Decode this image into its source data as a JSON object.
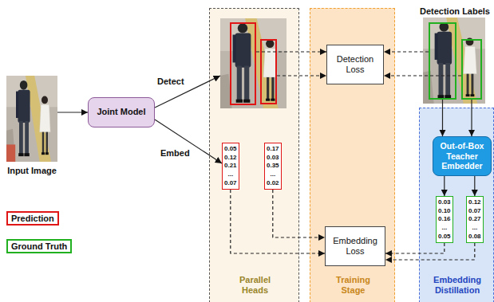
{
  "diagram": {
    "nodes": [
      {
        "text": [
          "Input Image"
        ]
      },
      {
        "text": [
          "Joint Model"
        ]
      },
      {
        "text": [
          "Parallel Heads"
        ]
      },
      {
        "text": [],
        "in": 2
      },
      {
        "text": [],
        "in": 3
      },
      {
        "text": [],
        "in": 3
      },
      {
        "text": [
          "0.05 0.12 0.21 ... 0.07"
        ],
        "in": 2
      },
      {
        "text": [
          "0.17 0.03 0.35 ... 0.02"
        ],
        "in": 2
      },
      {
        "text": [
          "Training Stage"
        ]
      },
      {
        "text": [
          "Detection Loss"
        ],
        "in": 8
      },
      {
        "text": [
          "Embedding Loss"
        ],
        "in": 8
      },
      {
        "text": [
          "Detection Labels"
        ]
      },
      {
        "text": [],
        "in": 11
      },
      {
        "text": [],
        "in": 11
      },
      {
        "text": [
          "Embedding Distillation"
        ]
      },
      {
        "text": [
          "Out-of-Box Teacher Embedder"
        ],
        "in": 14
      },
      {
        "text": [
          "0.03 0.10 0.16 ... 0.05"
        ],
        "in": 14
      },
      {
        "text": [
          "0.12 0.07 0.27 ... 0.08"
        ],
        "in": 14
      }
    ],
    "edges": [
      {
        "from": 0,
        "to": 1,
        "arrow": "to"
      },
      {
        "from": 1,
        "to": 3,
        "label": "Detect",
        "arrow": "to"
      },
      {
        "from": 1,
        "to": 6,
        "label": "Embed",
        "arrow": "to"
      },
      {
        "from": 4,
        "to": 9,
        "arrow": "to"
      },
      {
        "from": 5,
        "to": 9,
        "arrow": "to"
      },
      {
        "from": 12,
        "to": 9,
        "arrow": "to"
      },
      {
        "from": 13,
        "to": 9,
        "arrow": "to"
      },
      {
        "from": 12,
        "to": 15,
        "arrow": "to"
      },
      {
        "from": 13,
        "to": 15,
        "arrow": "to"
      },
      {
        "from": 15,
        "to": 16,
        "arrow": "to"
      },
      {
        "from": 15,
        "to": 17,
        "arrow": "to"
      },
      {
        "from": 6,
        "to": 10,
        "arrow": "to"
      },
      {
        "from": 7,
        "to": 10,
        "arrow": "to"
      },
      {
        "from": 16,
        "to": 10,
        "arrow": "to"
      },
      {
        "from": 17,
        "to": 10,
        "arrow": "to"
      }
    ],
    "legend": [
      {
        "text": "Prediction"
      },
      {
        "text": "Ground Truth"
      }
    ]
  }
}
